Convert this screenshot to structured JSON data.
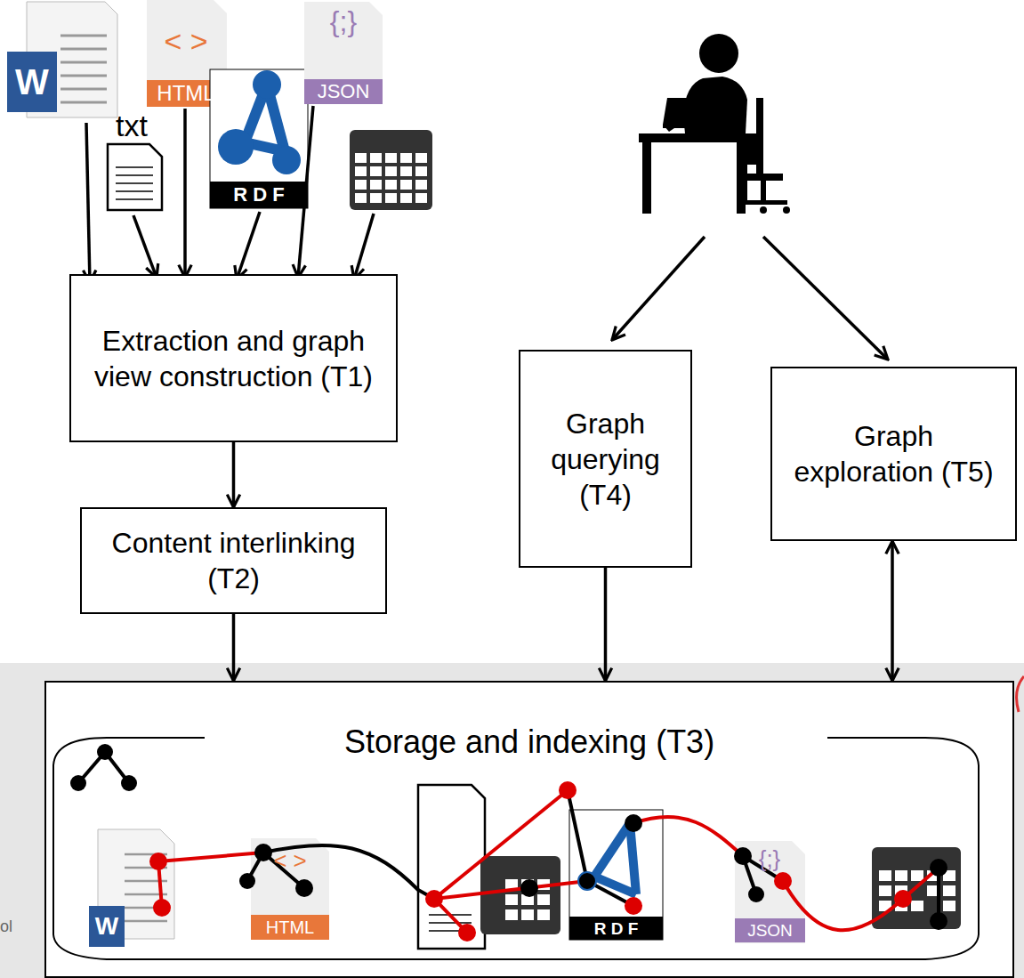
{
  "diagram": {
    "nodes": [
      {
        "text": [
          "Extraction and graph view construction (T1)"
        ]
      },
      {
        "text": [
          "Content interlinking (T2)"
        ]
      },
      {
        "text": [
          "Graph querying (T4)"
        ]
      },
      {
        "text": [
          "Graph exploration (T5)"
        ]
      },
      {
        "text": [
          "Storage and indexing (T3)"
        ]
      }
    ],
    "edges": [
      {
        "from": 0,
        "to": 1,
        "arrow": "to"
      },
      {
        "from": 1,
        "to": 4,
        "arrow": "to"
      },
      {
        "from": 2,
        "to": 4,
        "arrow": "to"
      },
      {
        "from": 3,
        "to": 4,
        "arrow": "both"
      }
    ],
    "labels": [
      "W",
      "txt",
      "< >",
      "HTML",
      "R D F",
      "{;}",
      "JSON",
      "W",
      "< >",
      "HTML",
      "R D F",
      "{;}",
      "JSON",
      "ol"
    ]
  }
}
